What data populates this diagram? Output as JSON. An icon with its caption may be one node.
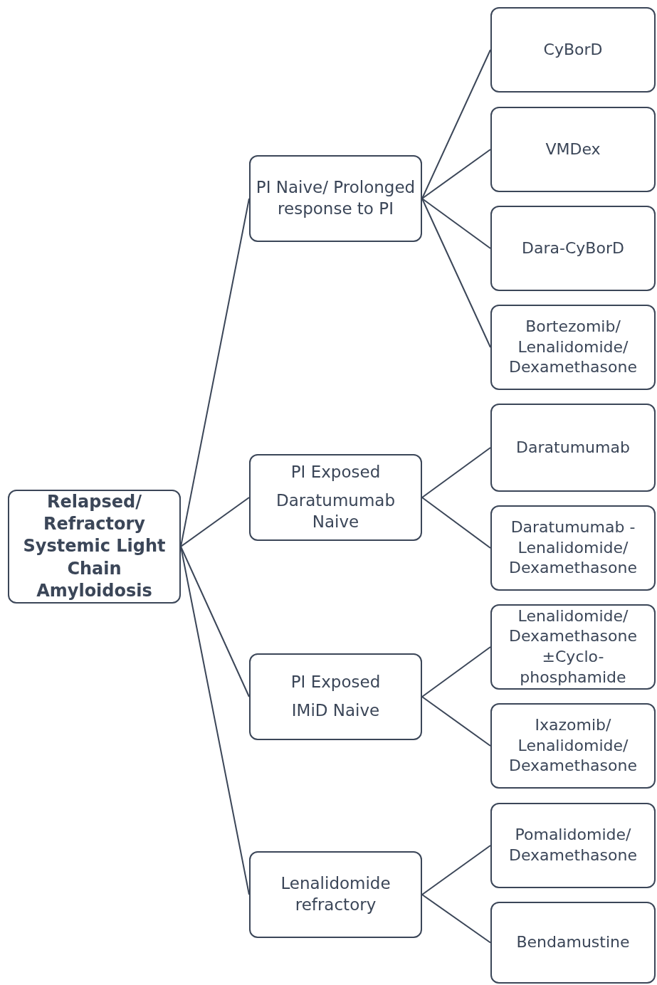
{
  "diagram": {
    "nodes": [
      {
        "text": [
          "Relapsed/ Refractory Systemic Light Chain Amyloidosis"
        ]
      },
      {
        "text": [
          "PI Naive/ Prolonged response to PI"
        ]
      },
      {
        "text": [
          "PI Exposed",
          "Daratumumab Naive"
        ]
      },
      {
        "text": [
          "PI Exposed",
          "IMiD Naive"
        ]
      },
      {
        "text": [
          "Lenalidomide refractory"
        ]
      },
      {
        "text": [
          "CyBorD"
        ]
      },
      {
        "text": [
          "VMDex"
        ]
      },
      {
        "text": [
          "Dara-CyBorD"
        ]
      },
      {
        "text": [
          "Bortezomib/ Lenalidomide/ Dexamethasone"
        ]
      },
      {
        "text": [
          "Daratumumab"
        ]
      },
      {
        "text": [
          "Daratumumab - Lenalidomide/ Dexamethasone"
        ]
      },
      {
        "text": [
          "Lenalidomide/ Dexamethasone ±Cyclo-phosphamide"
        ]
      },
      {
        "text": [
          "Ixazomib/ Lenalidomide/ Dexamethasone"
        ]
      },
      {
        "text": [
          "Pomalidomide/ Dexamethasone"
        ]
      },
      {
        "text": [
          "Bendamustine"
        ]
      }
    ],
    "edges": [
      {
        "from": 0,
        "to": 1,
        "arrow": "none"
      },
      {
        "from": 0,
        "to": 2,
        "arrow": "none"
      },
      {
        "from": 0,
        "to": 3,
        "arrow": "none"
      },
      {
        "from": 0,
        "to": 4,
        "arrow": "none"
      },
      {
        "from": 1,
        "to": 5,
        "arrow": "none"
      },
      {
        "from": 1,
        "to": 6,
        "arrow": "none"
      },
      {
        "from": 1,
        "to": 7,
        "arrow": "none"
      },
      {
        "from": 1,
        "to": 8,
        "arrow": "none"
      },
      {
        "from": 2,
        "to": 9,
        "arrow": "none"
      },
      {
        "from": 2,
        "to": 10,
        "arrow": "none"
      },
      {
        "from": 3,
        "to": 11,
        "arrow": "none"
      },
      {
        "from": 3,
        "to": 12,
        "arrow": "none"
      },
      {
        "from": 4,
        "to": 13,
        "arrow": "none"
      },
      {
        "from": 4,
        "to": 14,
        "arrow": "none"
      }
    ]
  }
}
